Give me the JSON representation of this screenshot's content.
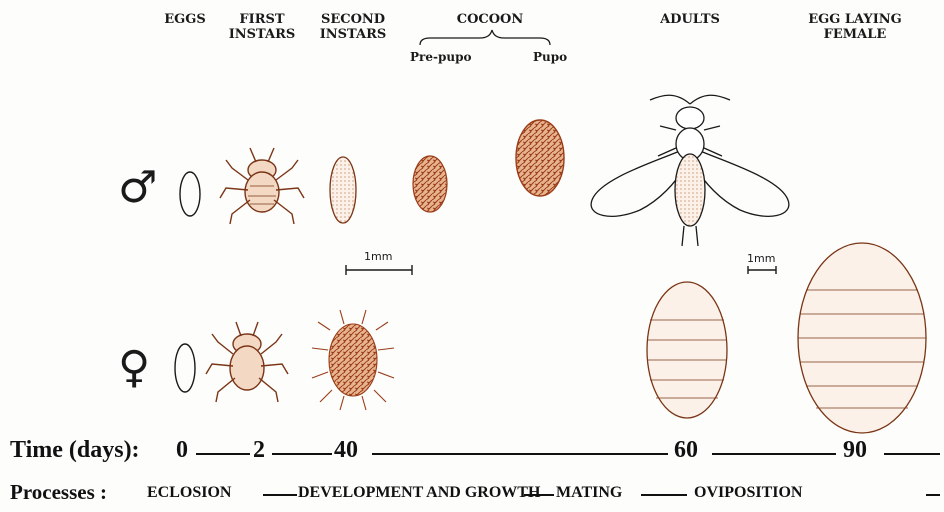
{
  "headers": {
    "eggs": "EGGS",
    "first_instars_1": "FIRST",
    "first_instars_2": "INSTARS",
    "second_instars_1": "SECOND",
    "second_instars_2": "INSTARS",
    "cocoon": "COCOON",
    "pre_pupo": "Pre-pupo",
    "pupo": "Pupo",
    "adults": "ADULTS",
    "egg_laying_1": "EGG LAYING",
    "egg_laying_2": "FEMALE"
  },
  "symbols": {
    "male": "♂",
    "female": "♀"
  },
  "scale_bars": {
    "left": "1mm",
    "right": "1mm"
  },
  "timeline": {
    "label": "Time (days):",
    "marks": [
      "0",
      "2",
      "40",
      "60",
      "90"
    ]
  },
  "processes": {
    "label": "Processes :",
    "items": [
      "ECLOSION",
      "DEVELOPMENT AND GROWTH",
      "MATING",
      "OVIPOSITION"
    ]
  },
  "colors": {
    "ink": "#1a1a1a",
    "rust": "#a3471f",
    "rust_light": "#c9784a"
  }
}
